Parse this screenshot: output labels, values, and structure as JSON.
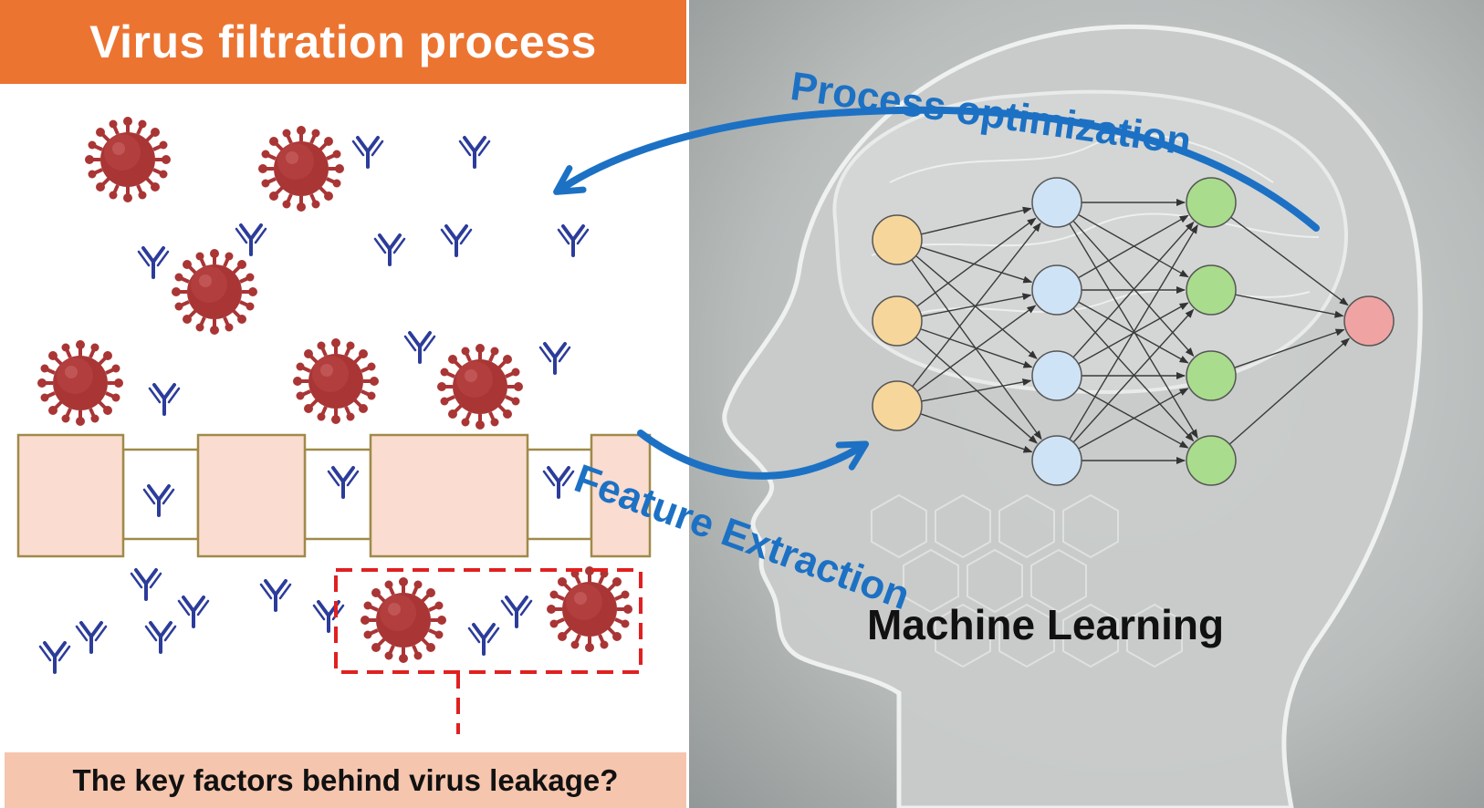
{
  "title": "Virus filtration process",
  "question": "The key factors behind virus leakage?",
  "process_optimization_label": "Process optimization",
  "feature_extraction_label": "Feature Extraction",
  "machine_learning_label": "Machine Learning",
  "colors": {
    "title_banner": "#ec7431",
    "question_box": "#f6c5ad",
    "membrane": "#fbdcd0",
    "membrane_border": "#a08a4a",
    "virus": "#a93535",
    "antibody": "#2c3c9a",
    "arrow": "#1c71c4",
    "leak_box": "#e02020",
    "input_node": "#f7d69c",
    "hidden1_node": "#cfe3f6",
    "hidden2_node": "#a9dc8c",
    "output_node": "#f0a3a3"
  },
  "network": {
    "layers": [
      3,
      4,
      4,
      1
    ]
  }
}
